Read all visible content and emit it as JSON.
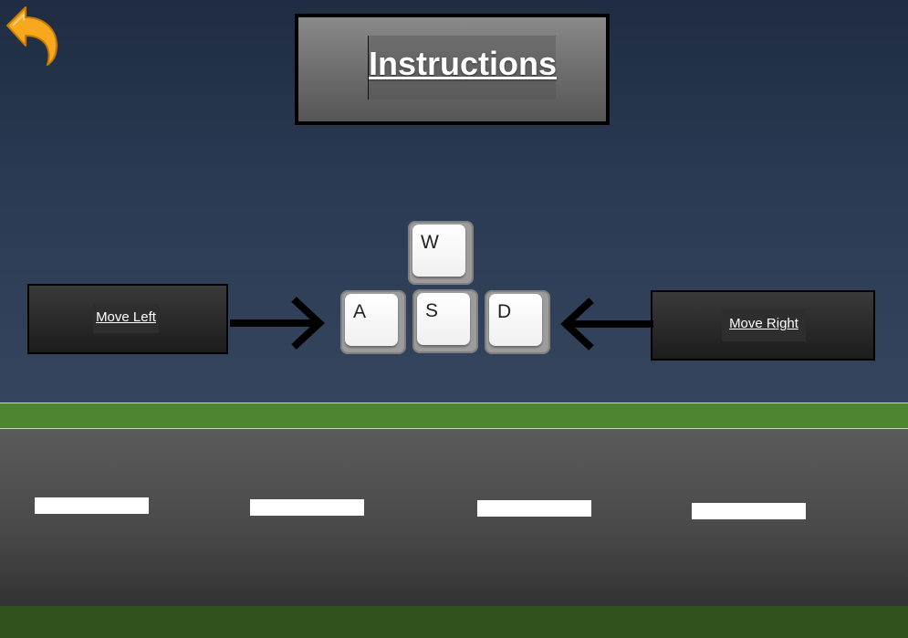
{
  "title": "Instructions",
  "labels": {
    "move_left": "Move Left",
    "move_right": "Move Right"
  },
  "keys": [
    "W",
    "A",
    "S",
    "D"
  ],
  "icons": {
    "back": "back-arrow-icon"
  },
  "colors": {
    "back_icon": "#f5a623",
    "grass": "#4f8530",
    "road": "#4a4a4a"
  }
}
